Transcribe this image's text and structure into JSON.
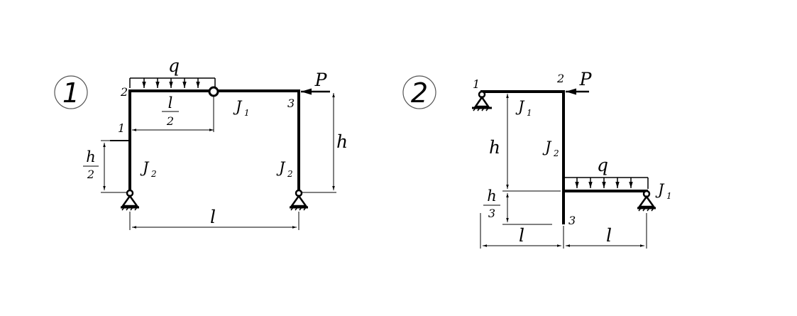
{
  "diagram": {
    "fig1": {
      "number": "1",
      "load_q": "q",
      "force_P": "P",
      "node_labels": [
        "1",
        "2",
        "3"
      ],
      "beam_J": "J",
      "beam_J_sub": "1",
      "left_col_J": "J",
      "left_col_J_sub": "2",
      "right_col_J": "J",
      "right_col_J_sub": "2",
      "half_l_num": "l",
      "half_l_den": "2",
      "dim_h": "h",
      "half_h_num": "h",
      "half_h_den": "2",
      "dim_l": "l"
    },
    "fig2": {
      "number": "2",
      "load_q": "q",
      "force_P": "P",
      "node_labels": [
        "1",
        "2",
        "3"
      ],
      "top_beam_J": "J",
      "top_beam_J_sub": "1",
      "col_J": "J",
      "col_J_sub": "2",
      "low_beam_J": "J",
      "low_beam_J_sub": "1",
      "dim_h": "h",
      "third_h_num": "h",
      "third_h_den": "3",
      "dim_l_left": "l",
      "dim_l_right": "l"
    }
  },
  "colors": {
    "ink": "#000000",
    "circle": "#555555"
  }
}
